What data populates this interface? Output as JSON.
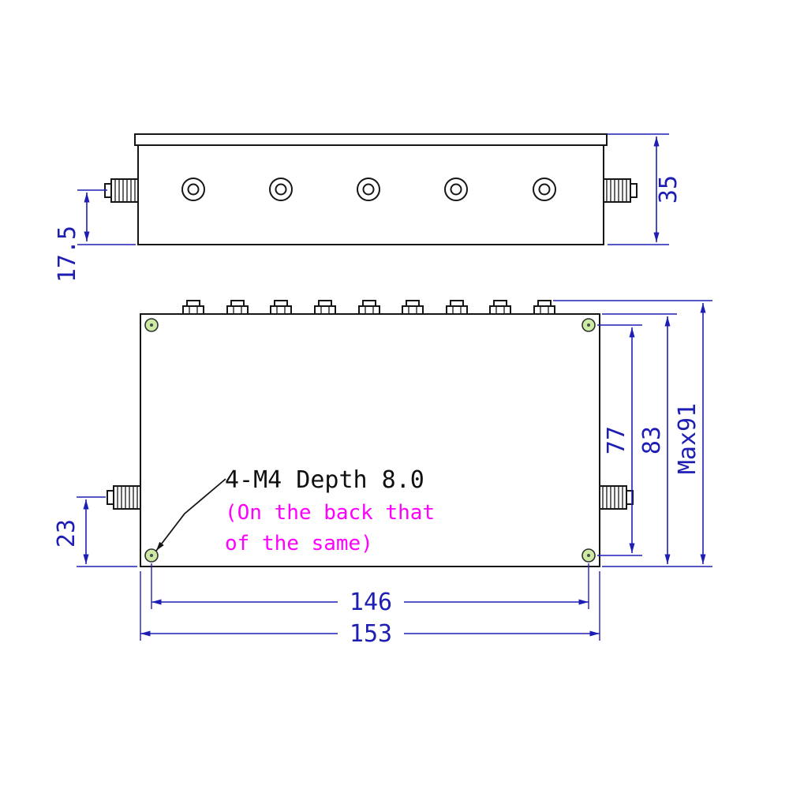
{
  "annotation": {
    "hole_spec": "4-M4 Depth 8.0",
    "note_line1": "(On the back that",
    "note_line2": "of the same)"
  },
  "dimensions": {
    "top_view_height": "35",
    "top_view_port_offset": "17.5",
    "mount_hole_spacing_vertical": "77",
    "body_height": "83",
    "overall_height": "Max91",
    "port_offset": "23",
    "mount_hole_spacing_horizontal": "146",
    "body_width": "153"
  },
  "colors": {
    "outline": "#161616",
    "dimension": "#1e1eb4",
    "note": "#ff00ff",
    "screw_fill": "#cdeaa5"
  }
}
